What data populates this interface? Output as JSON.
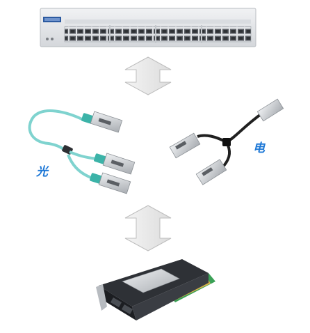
{
  "labels": {
    "optical": "光",
    "electric": "电"
  },
  "colors": {
    "label": "#1e78d6",
    "fiber": "#7fd3cf",
    "arrow_fill": "#ececec",
    "arrow_stroke": "#bdbdbd",
    "switch_body": "#e6e8eb",
    "port": "#5a5e64",
    "card_pcb": "#3aa056",
    "card_shroud": "#2e3136",
    "cable": "#202020",
    "module_silver": "#c9ccd0"
  },
  "icons": {
    "switch": "network-switch-image",
    "aoc": "active-optical-cable-image",
    "dac": "direct-attach-copper-cable-image",
    "card": "network-interface-card-image",
    "arrow": "double-arrow-icon"
  }
}
